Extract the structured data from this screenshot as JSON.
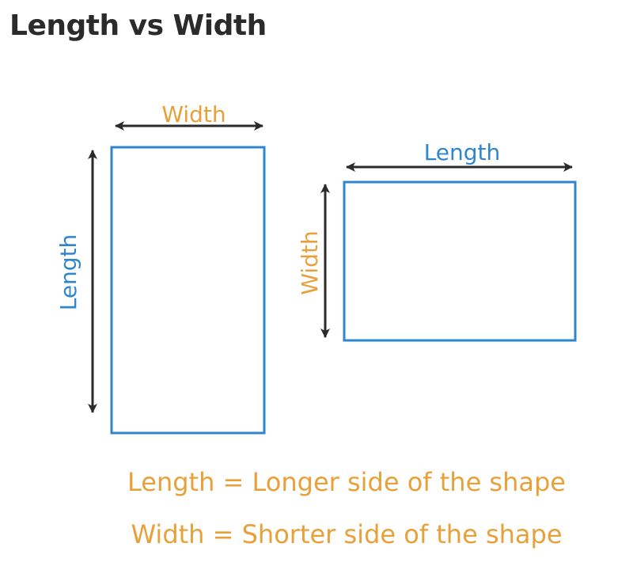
{
  "title": "Length vs Width",
  "colors": {
    "length": "#2f86cf",
    "width": "#e8a13a",
    "arrow": "#2b2b2b",
    "title": "#2b2b2b"
  },
  "portrait": {
    "top_label": "Width",
    "side_label": "Length"
  },
  "landscape": {
    "top_label": "Length",
    "side_label": "Width"
  },
  "definitions": {
    "length": "Length = Longer side of the shape",
    "width": "Width = Shorter side of the shape"
  }
}
